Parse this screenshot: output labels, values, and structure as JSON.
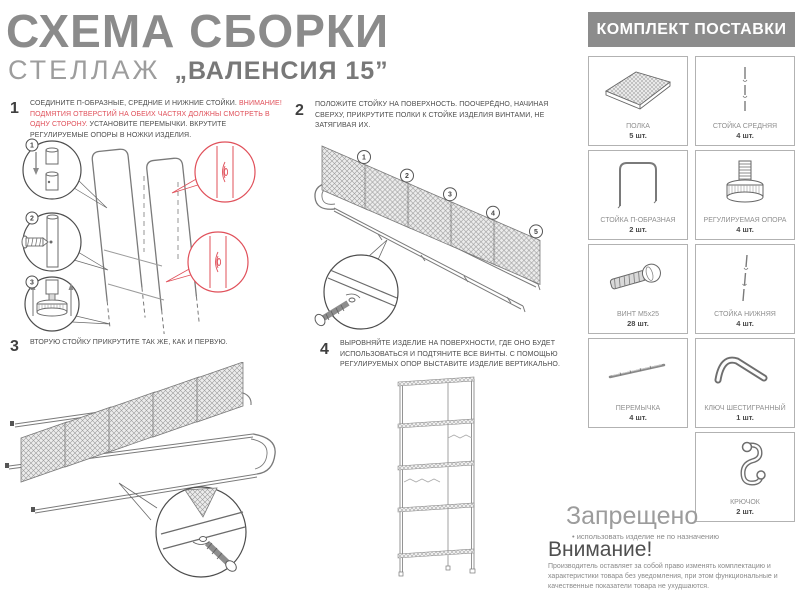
{
  "colors": {
    "accent_red": "#e0505a",
    "title_gray": "#8b8b8b",
    "panel_gray": "#8c8c8c",
    "line_gray": "#7a7a7a"
  },
  "title": {
    "main": "СХЕМА СБОРКИ",
    "sub_prefix": "СТЕЛЛАЖ",
    "sub_name": "„ВАЛЕНСИЯ 15”"
  },
  "steps": {
    "s1": {
      "num": "1",
      "part1": "СОЕДИНИТЕ П-ОБРАЗНЫЕ, СРЕДНИЕ И НИЖНИЕ СТОЙКИ. ",
      "warning": "ВНИМАНИЕ! ПОДМЯТИЯ ОТВЕРСТИЙ НА ОБЕИХ ЧАСТЯХ ДОЛЖНЫ СМОТРЕТЬ В ОДНУ СТОРОНУ. ",
      "part2": "УСТАНОВИТЕ ПЕРЕМЫЧКИ. ВКРУТИТЕ РЕГУЛИРУЕМЫЕ ОПОРЫ В НОЖКИ ИЗДЕЛИЯ."
    },
    "s2": {
      "num": "2",
      "text": "ПОЛОЖИТЕ СТОЙКУ НА ПОВЕРХНОСТЬ. ПООЧЕРЁДНО, НАЧИНАЯ СВЕРХУ, ПРИКРУТИТЕ ПОЛКИ К СТОЙКЕ ИЗДЕЛИЯ ВИНТАМИ, НЕ ЗАТЯГИВАЯ ИХ."
    },
    "s3": {
      "num": "3",
      "text": "ВТОРУЮ СТОЙКУ ПРИКРУТИТЕ ТАК ЖЕ, КАК И ПЕРВУЮ."
    },
    "s4": {
      "num": "4",
      "text": "ВЫРОВНЯЙТЕ ИЗДЕЛИЕ НА ПОВЕРХНОСТИ, ГДЕ ОНО БУДЕТ ИСПОЛЬЗОВАТЬСЯ И ПОДТЯНИТЕ ВСЕ ВИНТЫ. С ПОМОЩЬЮ РЕГУЛИРУЕМЫХ ОПОР ВЫСТАВИТЕ ИЗДЕЛИЕ ВЕРТИКАЛЬНО."
    }
  },
  "diagram_labels": {
    "step1_callouts": [
      "1",
      "2",
      "3"
    ],
    "step2_shelves": [
      "1",
      "2",
      "3",
      "4",
      "5"
    ]
  },
  "kit": {
    "header": "КОМПЛЕКТ ПОСТАВКИ",
    "parts": [
      {
        "name": "ПОЛКА",
        "qty": "5 шт.",
        "icon": "shelf-icon"
      },
      {
        "name": "СТОЙКА СРЕДНЯЯ",
        "qty": "4 шт.",
        "icon": "stand-middle-icon"
      },
      {
        "name": "СТОЙКА П-ОБРАЗНАЯ",
        "qty": "2 шт.",
        "icon": "u-stand-icon"
      },
      {
        "name": "РЕГУЛИРУЕМАЯ ОПОРА",
        "qty": "4 шт.",
        "icon": "adjustable-foot-icon"
      },
      {
        "name": "ВИНТ М5х25",
        "qty": "28 шт.",
        "icon": "screw-icon"
      },
      {
        "name": "СТОЙКА НИЖНЯЯ",
        "qty": "4 шт.",
        "icon": "stand-lower-icon"
      },
      {
        "name": "ПЕРЕМЫЧКА",
        "qty": "4 шт.",
        "icon": "crossbar-icon"
      },
      {
        "name": "КЛЮЧ ШЕСТИГРАННЫЙ",
        "qty": "1 шт.",
        "icon": "hex-key-icon"
      },
      {
        "name": "КРЮЧОК",
        "qty": "2 шт.",
        "icon": "hook-icon"
      }
    ]
  },
  "notes": {
    "forbidden_title": "Запрещено",
    "forbidden_item": "• использовать изделие не по назначению",
    "attention_title": "Внимание!",
    "attention_text": "Производитель оставляет за собой право изменять комплектацию и характеристики товара без уведомления, при этом функциональные и качественные показатели товара не ухудшаются."
  }
}
